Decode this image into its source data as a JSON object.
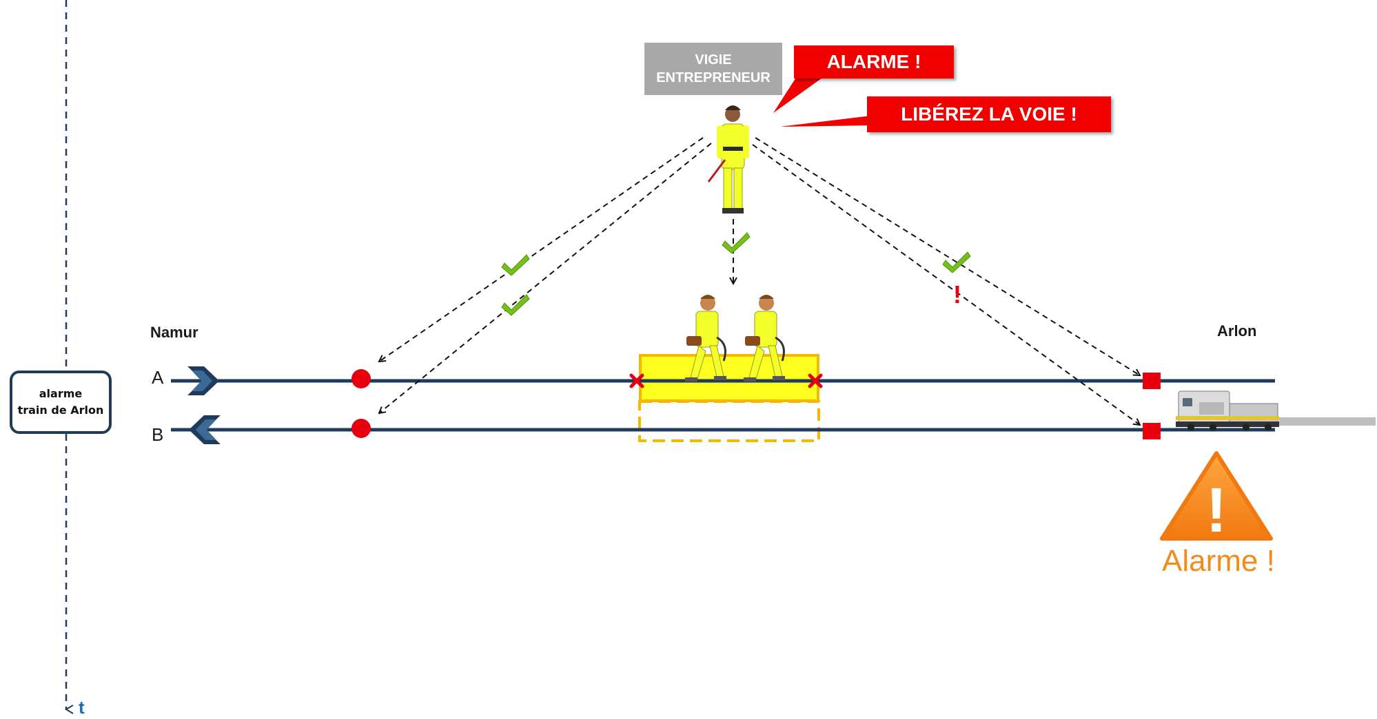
{
  "stations": {
    "left": "Namur",
    "right": "Arlon"
  },
  "tracks": {
    "a": "A",
    "b": "B"
  },
  "side_box": {
    "line1": "alarme",
    "line2": "train de Arlon"
  },
  "vigie": {
    "line1": "VIGIE",
    "line2": "ENTREPRENEUR"
  },
  "bubbles": {
    "alarm": "ALARME !",
    "clear_track": "LIBÉREZ LA VOIE !"
  },
  "warning": {
    "symbol": "!",
    "text": "Alarme !"
  },
  "red_mark": "!",
  "time_axis": {
    "label": "t"
  },
  "colors": {
    "track": "#1f3a5a",
    "signal_red": "#e8000e",
    "work_zone": "#ffff1f",
    "work_zone_border": "#f5b800",
    "bubble_red": "#f20000",
    "vigie_gray": "#a9a9a9",
    "check_green": "#76c01c",
    "warning_orange": "#f5892a",
    "time_axis_blue": "#1f6fb0"
  },
  "icons": [
    "chevron-right-icon",
    "chevron-left-icon",
    "checkmark-icon",
    "warning-triangle-icon",
    "locomotive-icon",
    "lookout-figure",
    "worker-figure"
  ]
}
